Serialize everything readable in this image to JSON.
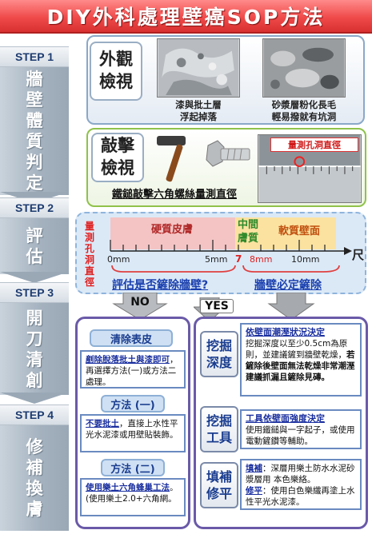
{
  "title": "DIY外科處理壁癌SOP方法",
  "steps": [
    {
      "label": "STEP 1",
      "text": [
        "牆",
        "壁",
        "體",
        "質",
        "判",
        "定"
      ]
    },
    {
      "label": "STEP 2",
      "text": [
        "評",
        "估"
      ]
    },
    {
      "label": "STEP 3",
      "text": [
        "開",
        "刀",
        "清",
        "創"
      ]
    },
    {
      "label": "STEP 4",
      "text": [
        "修",
        "補",
        "換",
        "膚"
      ]
    }
  ],
  "visual": {
    "heading": [
      "外觀",
      "檢視"
    ],
    "captions": [
      {
        "line1": "漆與批土層",
        "line2": "浮起掉落"
      },
      {
        "line1": "砂漿層粉化長毛",
        "line2": "輕易撥就有坑洞"
      }
    ]
  },
  "knock": {
    "heading": [
      "敲擊",
      "檢視"
    ],
    "tools_caption": "鐵鎚敲擊六角螺絲量測直徑",
    "measure_badge": "量測孔洞直徑"
  },
  "ruler": {
    "side_label": [
      "量",
      "測",
      "孔",
      "洞",
      "直",
      "徑"
    ],
    "zone_hard": "硬質皮膚",
    "zone_mid": [
      "中間",
      "膚質"
    ],
    "zone_soft": "軟質壁面",
    "tick_0": "0mm",
    "tick_5": "5mm",
    "tick_7": "7",
    "tick_8": "8mm",
    "tick_10": "10mm",
    "unit": "尺",
    "eval_left": "評估是否鏟除牆壁?",
    "eval_right": "牆壁必定鏟除"
  },
  "decision": {
    "no": "NO",
    "yes": "YES"
  },
  "left_col": {
    "clean_header": "清除表皮",
    "clean_text_ul": "剷除脫落批土與漆即可",
    "clean_text_rest": "，再選擇方法(一)或方法二處理。",
    "m1_header": "方法 (一)",
    "m1_text_ul": "不要批土",
    "m1_text_rest": "，直接上水性平光水泥漆或用壁貼裝飾。",
    "m2_header": "方法 (二)",
    "m2_text_ul": "使用樂土六角蜂巢工法",
    "m2_text_rest": "。(使用樂土2.0+六角網。"
  },
  "right_col": {
    "dig_depth_btn": [
      "挖掘",
      "深度"
    ],
    "dig_depth_head": "依壁面潮溼狀況決定",
    "dig_depth_text": "挖掘深度以至少0.5cm為原則，並建議鏟到牆壁乾燥，",
    "dig_depth_bold": "若鏟除後壁面無法乾燥非常潮溼建議抓漏且鏟除見磚。",
    "dig_tool_btn": [
      "挖掘",
      "工具"
    ],
    "dig_tool_head": "工具依壁面強度決定",
    "dig_tool_text": "使用鐵鎚與一字起子，或使用電動鏟鑽等輔助。",
    "fill_btn": [
      "填補",
      "修平"
    ],
    "fill_l1_key": "填補",
    "fill_l1_text": "：深層用樂土防水水泥砂漿層用 本色樂絡。",
    "fill_l2_key": "修平",
    "fill_l2_text": "：使用白色樂纖再塗上水性平光水泥漆。"
  }
}
